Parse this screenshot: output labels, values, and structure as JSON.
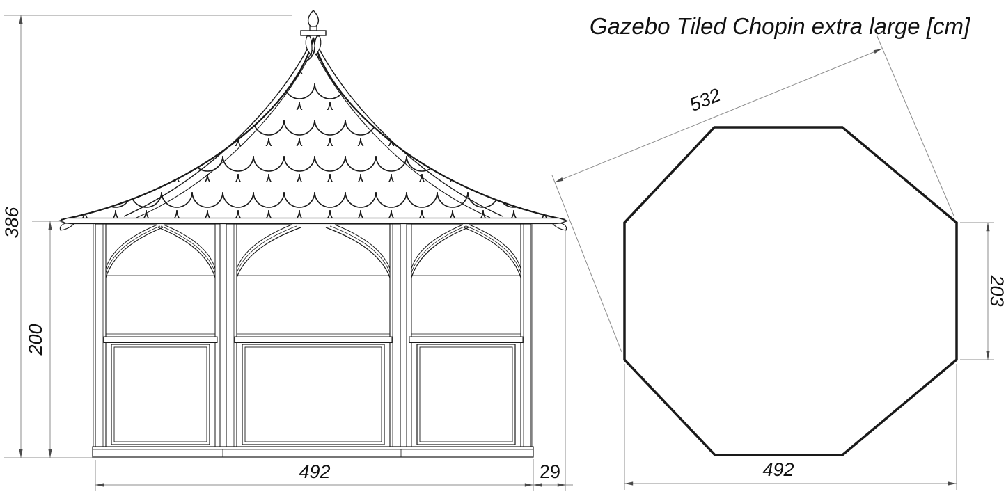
{
  "title": "Gazebo Tiled Chopin extra large [cm]",
  "units": "cm",
  "views": {
    "elevation": {
      "dims": {
        "total_height": "386",
        "post_height": "200",
        "base_width": "492",
        "roof_overhang": "29"
      }
    },
    "plan": {
      "dims": {
        "diagonal_width": "532",
        "side_width": "203",
        "flat_width": "492"
      }
    }
  },
  "colors": {
    "drawing_line": "#1a1a1a",
    "dimension_line": "#8c8c8c",
    "arrowhead": "#4a4a4a",
    "text": "#111111",
    "background": "#ffffff"
  }
}
